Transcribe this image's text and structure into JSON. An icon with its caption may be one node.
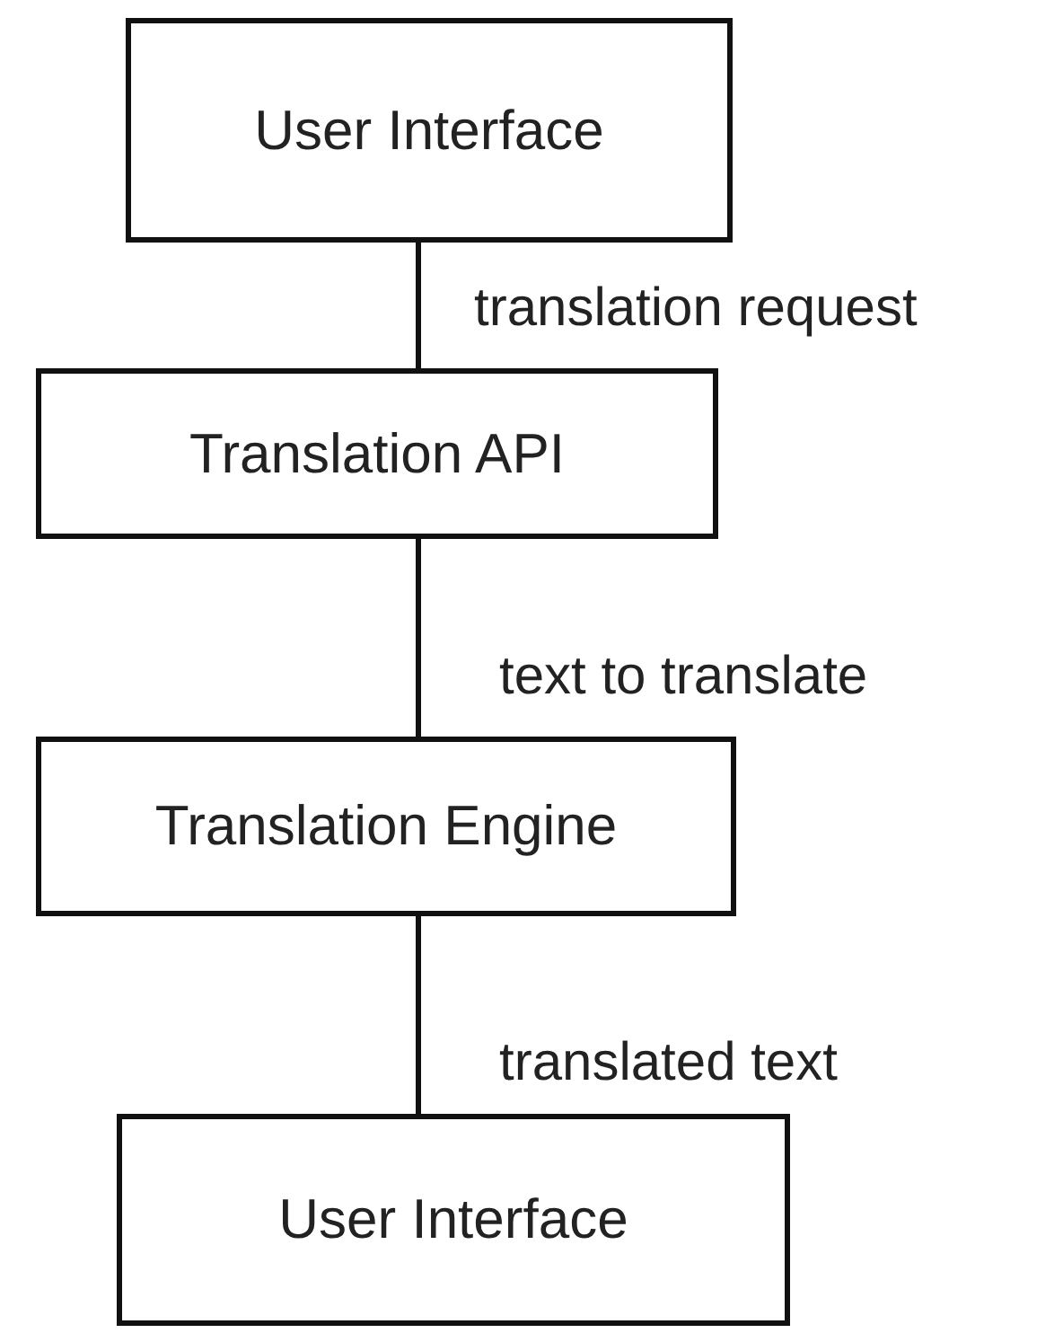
{
  "diagram": {
    "nodes": [
      {
        "text": [
          "User Interface"
        ]
      },
      {
        "text": [
          "Translation API"
        ]
      },
      {
        "text": [
          "Translation Engine"
        ]
      },
      {
        "text": [
          "User Interface"
        ]
      }
    ],
    "edges": [
      {
        "from": 0,
        "to": 1,
        "arrow": "none",
        "label": "translation request"
      },
      {
        "from": 1,
        "to": 2,
        "arrow": "none",
        "label": "text to translate"
      },
      {
        "from": 2,
        "to": 3,
        "arrow": "none",
        "label": "translated text"
      }
    ]
  }
}
